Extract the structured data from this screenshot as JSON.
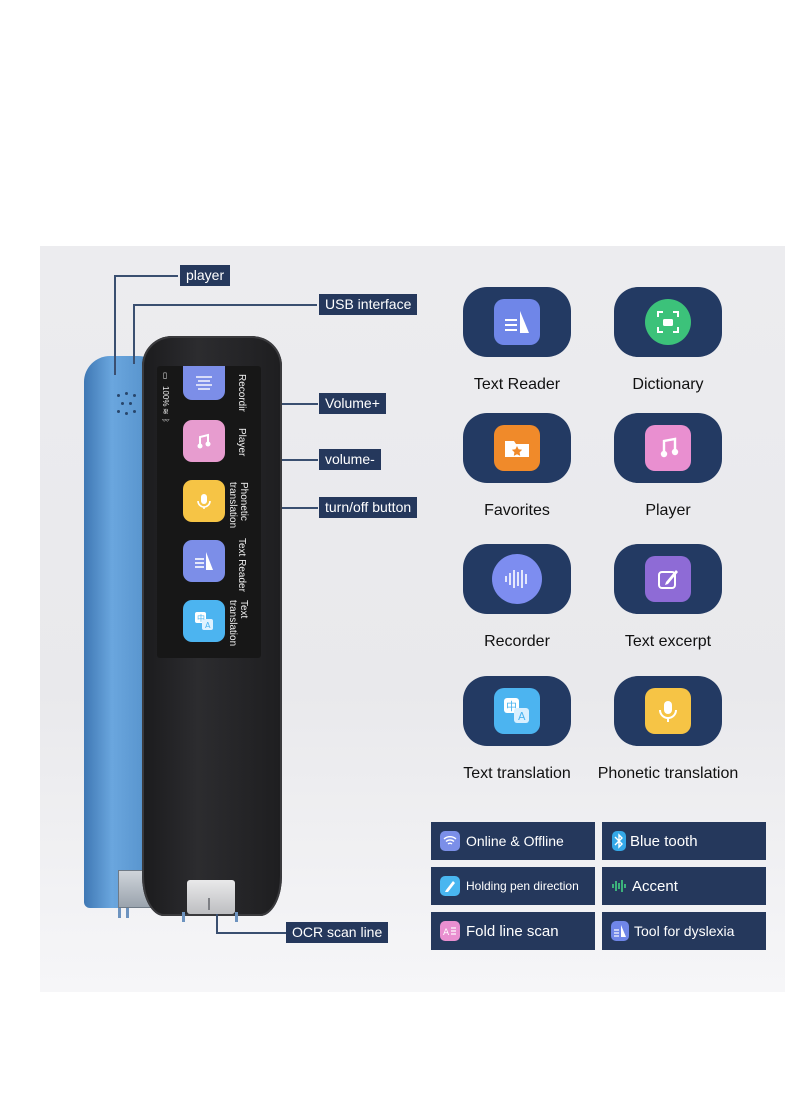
{
  "callouts": {
    "player": "player",
    "usb": "USB interface",
    "volume_up": "Volume+",
    "volume_down": "volume-",
    "power": "turn/off button",
    "ocr": "OCR scan line"
  },
  "pen_screen": {
    "status_text": "100%",
    "items": [
      "Recordir",
      "Player",
      "Phonetic translation",
      "Text Reader",
      "Text translation"
    ]
  },
  "apps": [
    {
      "label": "Text Reader",
      "icon": "text-reader-icon",
      "color": "#6f86e8"
    },
    {
      "label": "Dictionary",
      "icon": "dictionary-icon",
      "color": "#3cc27a"
    },
    {
      "label": "Favorites",
      "icon": "folder-star-icon",
      "color": "#f08a2a"
    },
    {
      "label": "Player",
      "icon": "music-note-icon",
      "color": "#e98fd0"
    },
    {
      "label": "Recorder",
      "icon": "waveform-icon",
      "color": "#7d8df0"
    },
    {
      "label": "Text excerpt",
      "icon": "edit-icon",
      "color": "#8e6bd6"
    },
    {
      "label": "Text translation",
      "icon": "translate-icon",
      "color": "#4cb4f0"
    },
    {
      "label": "Phonetic translation",
      "icon": "microphone-icon",
      "color": "#f6c445"
    }
  ],
  "features": [
    {
      "label": "Online & Offline",
      "icon": "wifi-icon",
      "color": "#7b8fe8"
    },
    {
      "label": "Blue  tooth",
      "icon": "bluetooth-icon",
      "color": "#34a8e8"
    },
    {
      "label": "Holding pen direction",
      "icon": "pen-icon",
      "color": "#49b6f0"
    },
    {
      "label": "Accent",
      "icon": "sound-wave-icon",
      "color": "#3fbf7f"
    },
    {
      "label": "Fold line scan",
      "icon": "scan-text-icon",
      "color": "#e98fd0"
    },
    {
      "label": "Tool for dyslexia",
      "icon": "book-reader-icon",
      "color": "#6f86e8"
    }
  ]
}
